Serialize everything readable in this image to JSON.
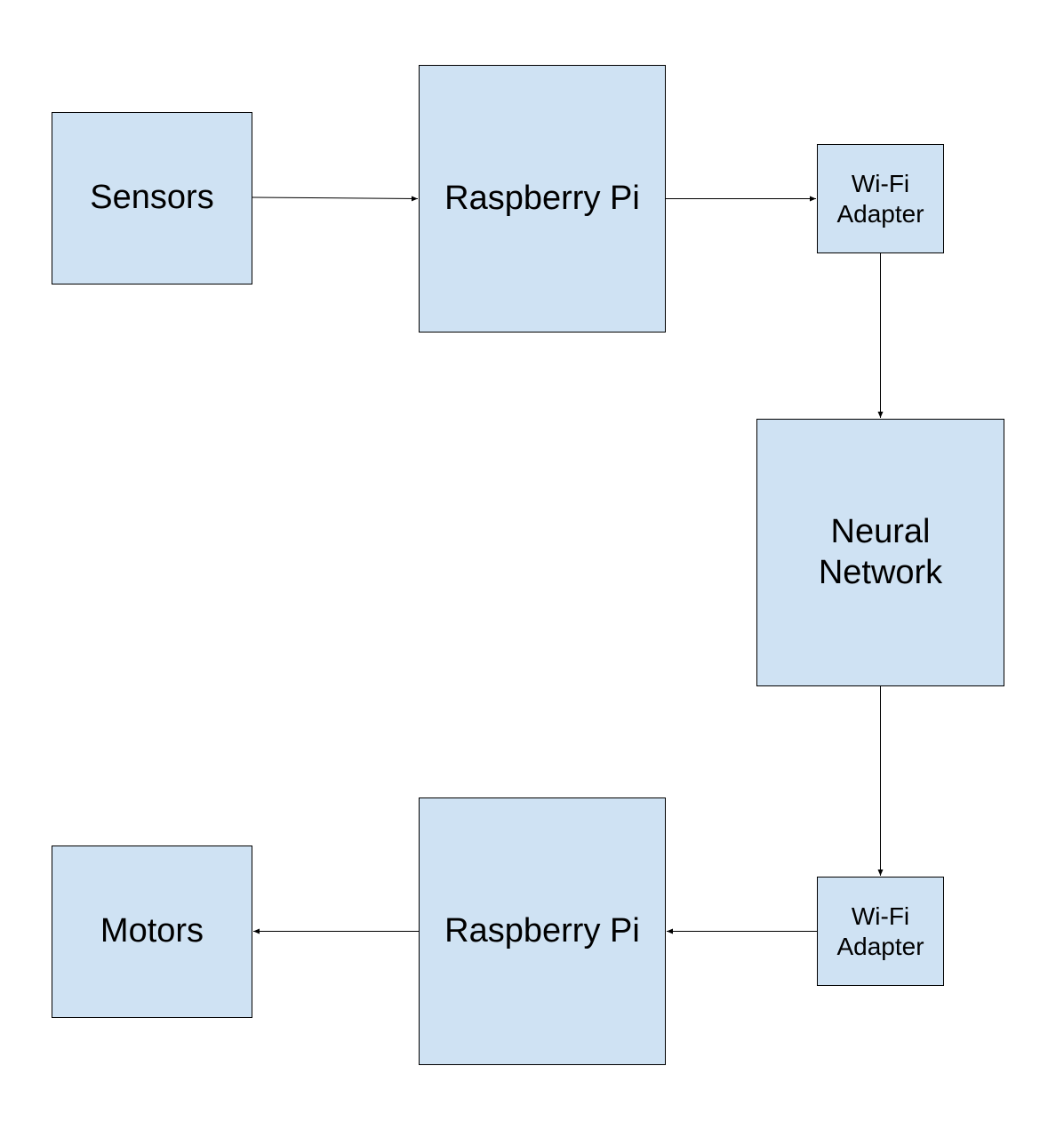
{
  "nodes": {
    "sensors": "Sensors",
    "raspberry_pi_top": "Raspberry Pi",
    "wifi_adapter_top": "Wi-Fi\nAdapter",
    "neural_network": "Neural\nNetwork",
    "wifi_adapter_bottom": "Wi-Fi\nAdapter",
    "raspberry_pi_bottom": "Raspberry Pi",
    "motors": "Motors"
  },
  "edges": [
    {
      "from": "sensors",
      "to": "raspberry_pi_top"
    },
    {
      "from": "raspberry_pi_top",
      "to": "wifi_adapter_top"
    },
    {
      "from": "wifi_adapter_top",
      "to": "neural_network"
    },
    {
      "from": "neural_network",
      "to": "wifi_adapter_bottom"
    },
    {
      "from": "wifi_adapter_bottom",
      "to": "raspberry_pi_bottom"
    },
    {
      "from": "raspberry_pi_bottom",
      "to": "motors"
    }
  ],
  "colors": {
    "node_fill": "#cfe2f3",
    "stroke": "#000000",
    "background": "#ffffff"
  }
}
